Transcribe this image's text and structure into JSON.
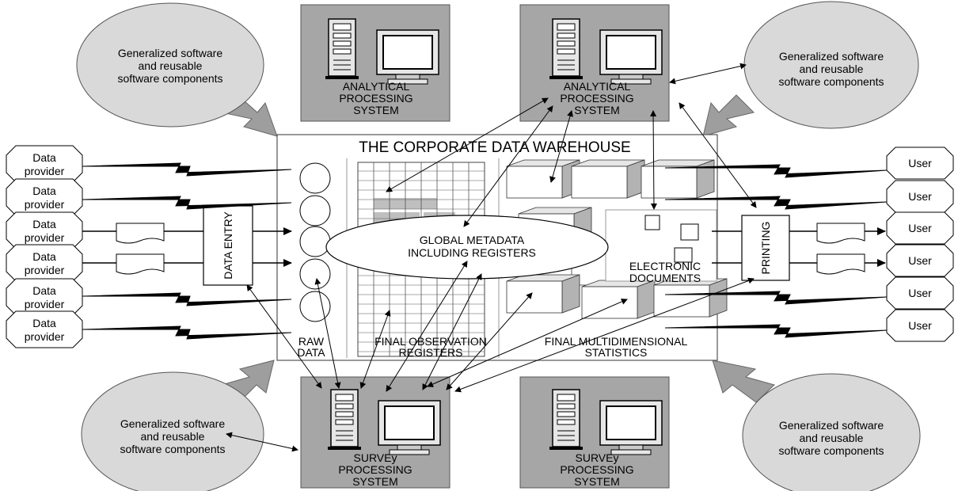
{
  "title": "THE CORPORATE DATA WAREHOUSE",
  "metadata_label": [
    "GLOBAL METADATA",
    "INCLUDING REGISTERS"
  ],
  "section_labels": {
    "raw": [
      "RAW",
      "DATA"
    ],
    "registers": [
      "FINAL OBSERVATION",
      "REGISTERS"
    ],
    "statistics": [
      "FINAL MULTIDIMENSIONAL",
      "STATISTICS"
    ]
  },
  "electronic_documents": [
    "ELECTRONIC",
    "DOCUMENTS"
  ],
  "data_entry": "DATA ENTRY",
  "printing": "PRINTING",
  "software_components": [
    "Generalized software",
    "and reusable",
    "software components"
  ],
  "analytical_system": [
    "ANALYTICAL",
    "PROCESSING",
    "SYSTEM"
  ],
  "survey_system": [
    "SURVEy",
    "PROCESSING",
    "SYSTEM"
  ],
  "provider_label": [
    "Data",
    "provider"
  ],
  "user_label": "User",
  "provider_count": 6,
  "user_count": 6,
  "colors": {
    "system_box": "#a6a6a6",
    "component_circle": "#d9d9d9",
    "big_arrow": "#9e9e9e",
    "cube_front": "#ffffff",
    "cube_side": "#b3b3b3",
    "grid_shade": "#bfbfbf"
  }
}
